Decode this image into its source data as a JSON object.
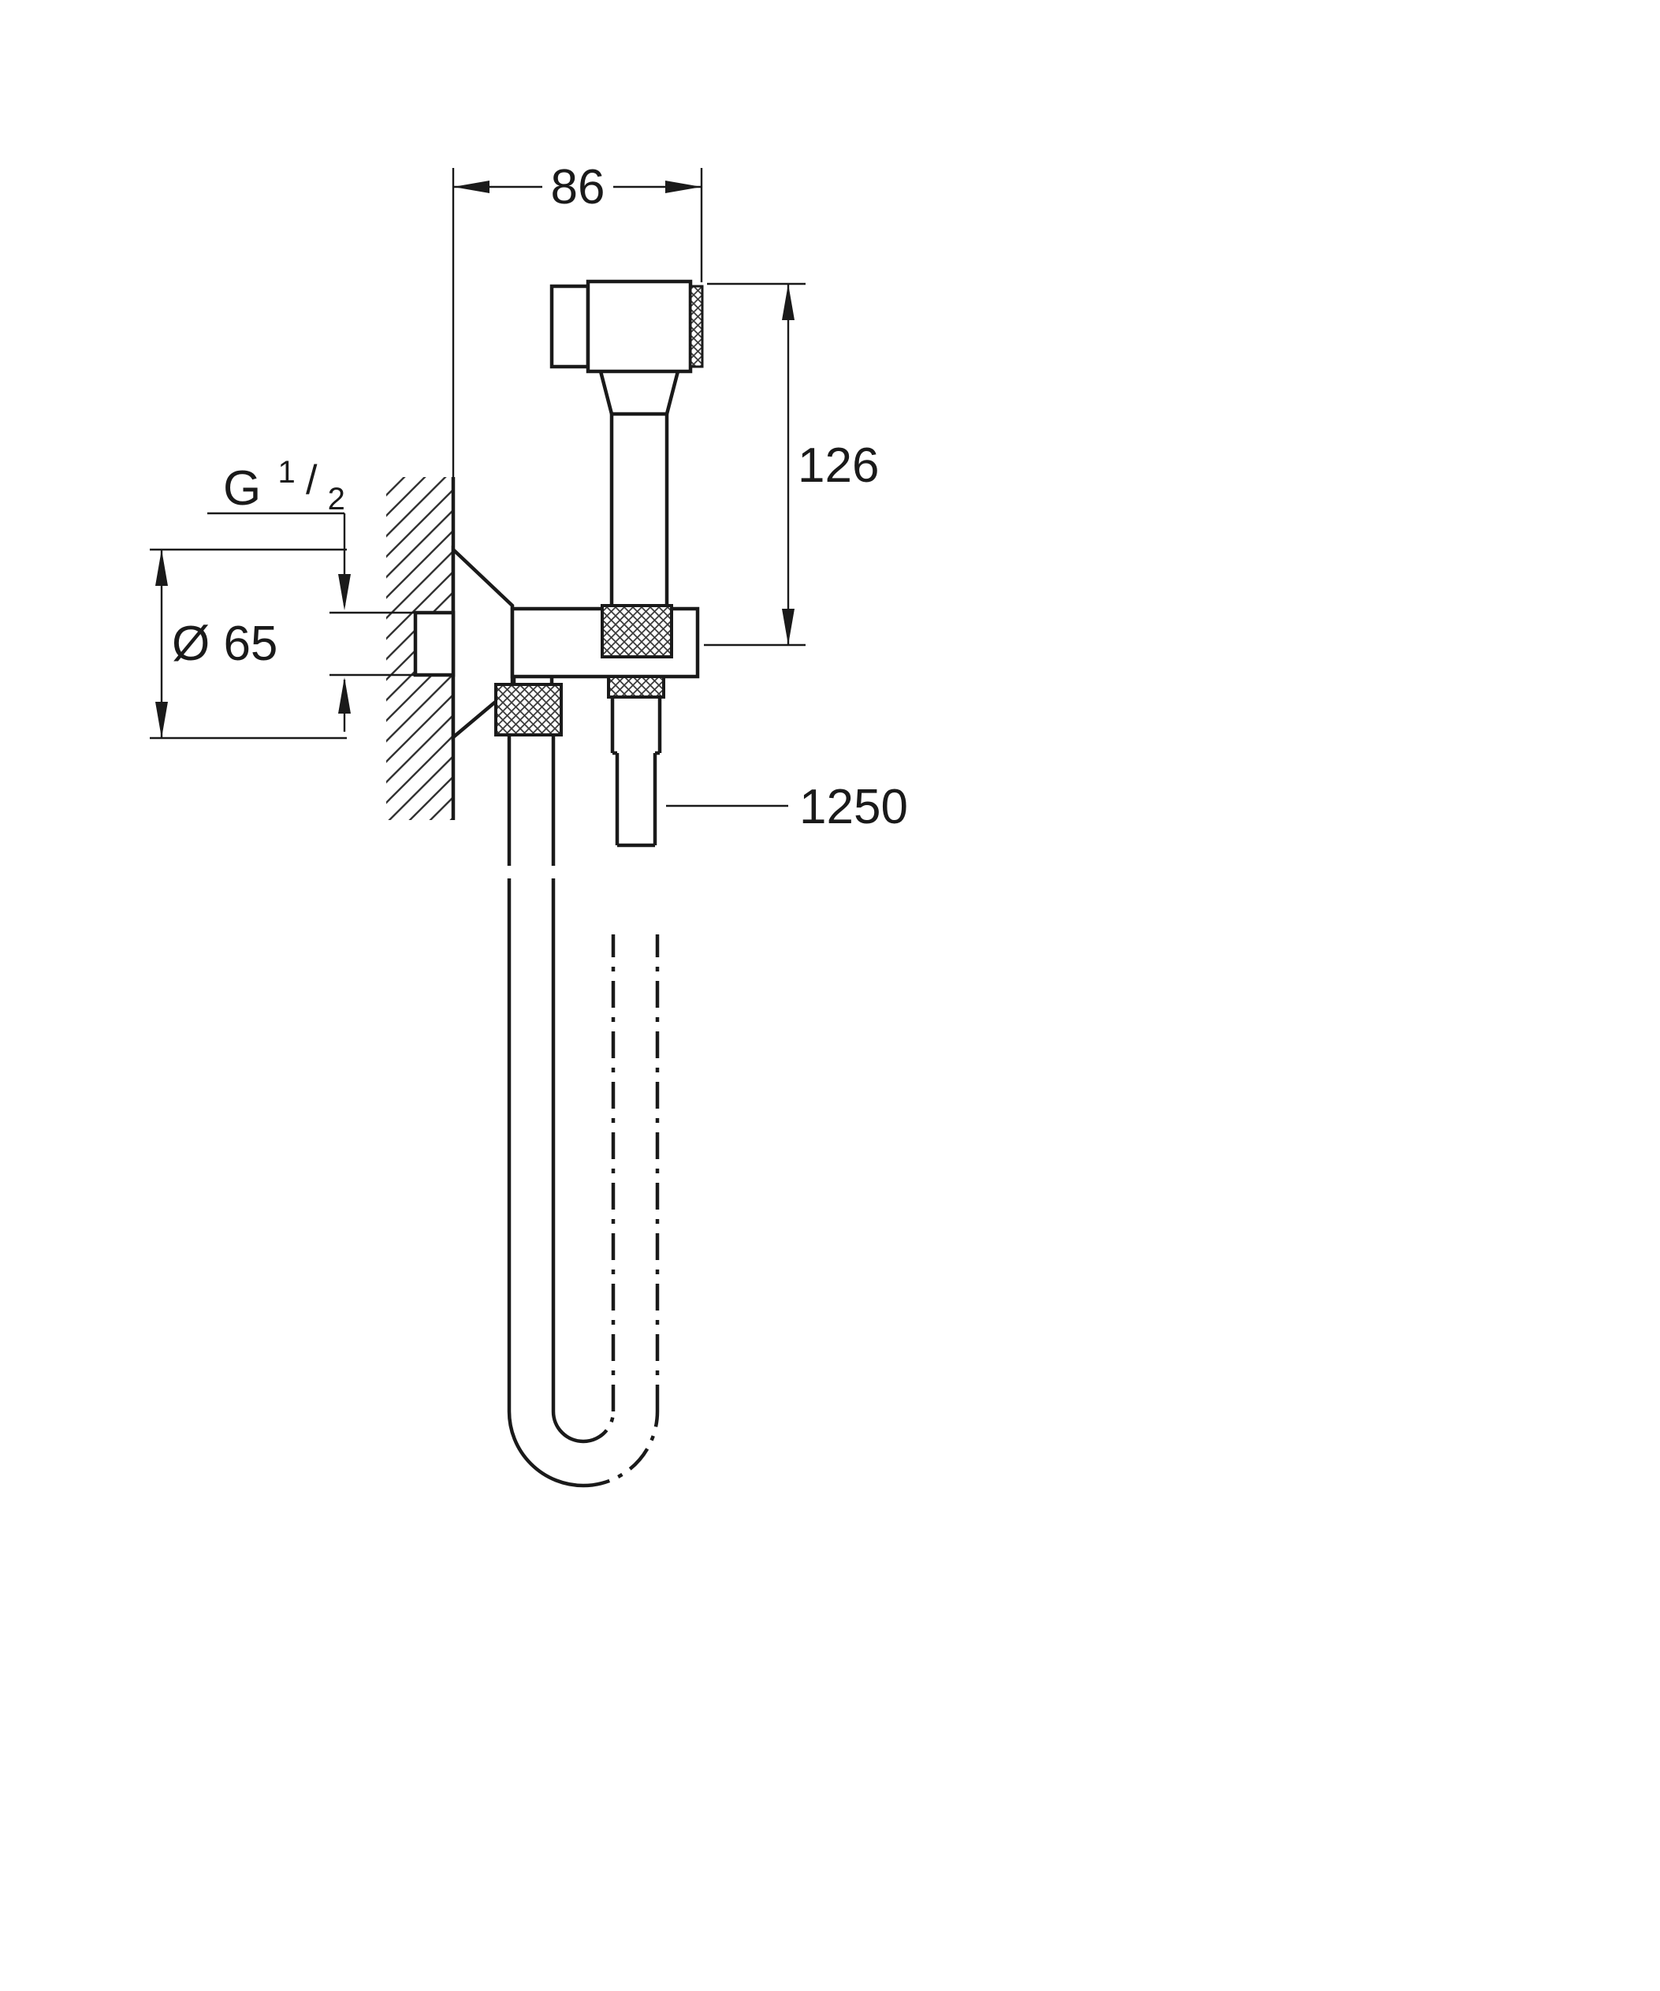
{
  "drawing": {
    "type": "installation-dimension-drawing",
    "labels": {
      "width_mm": "86",
      "height_mm": "126",
      "flange_diameter": "Ø 65",
      "hose_length_mm": "1250",
      "thread_base": "G",
      "thread_num": "1",
      "thread_slash": "/",
      "thread_den": "2"
    },
    "colors": {
      "line": "#1a1a1a",
      "background": "#ffffff"
    }
  }
}
